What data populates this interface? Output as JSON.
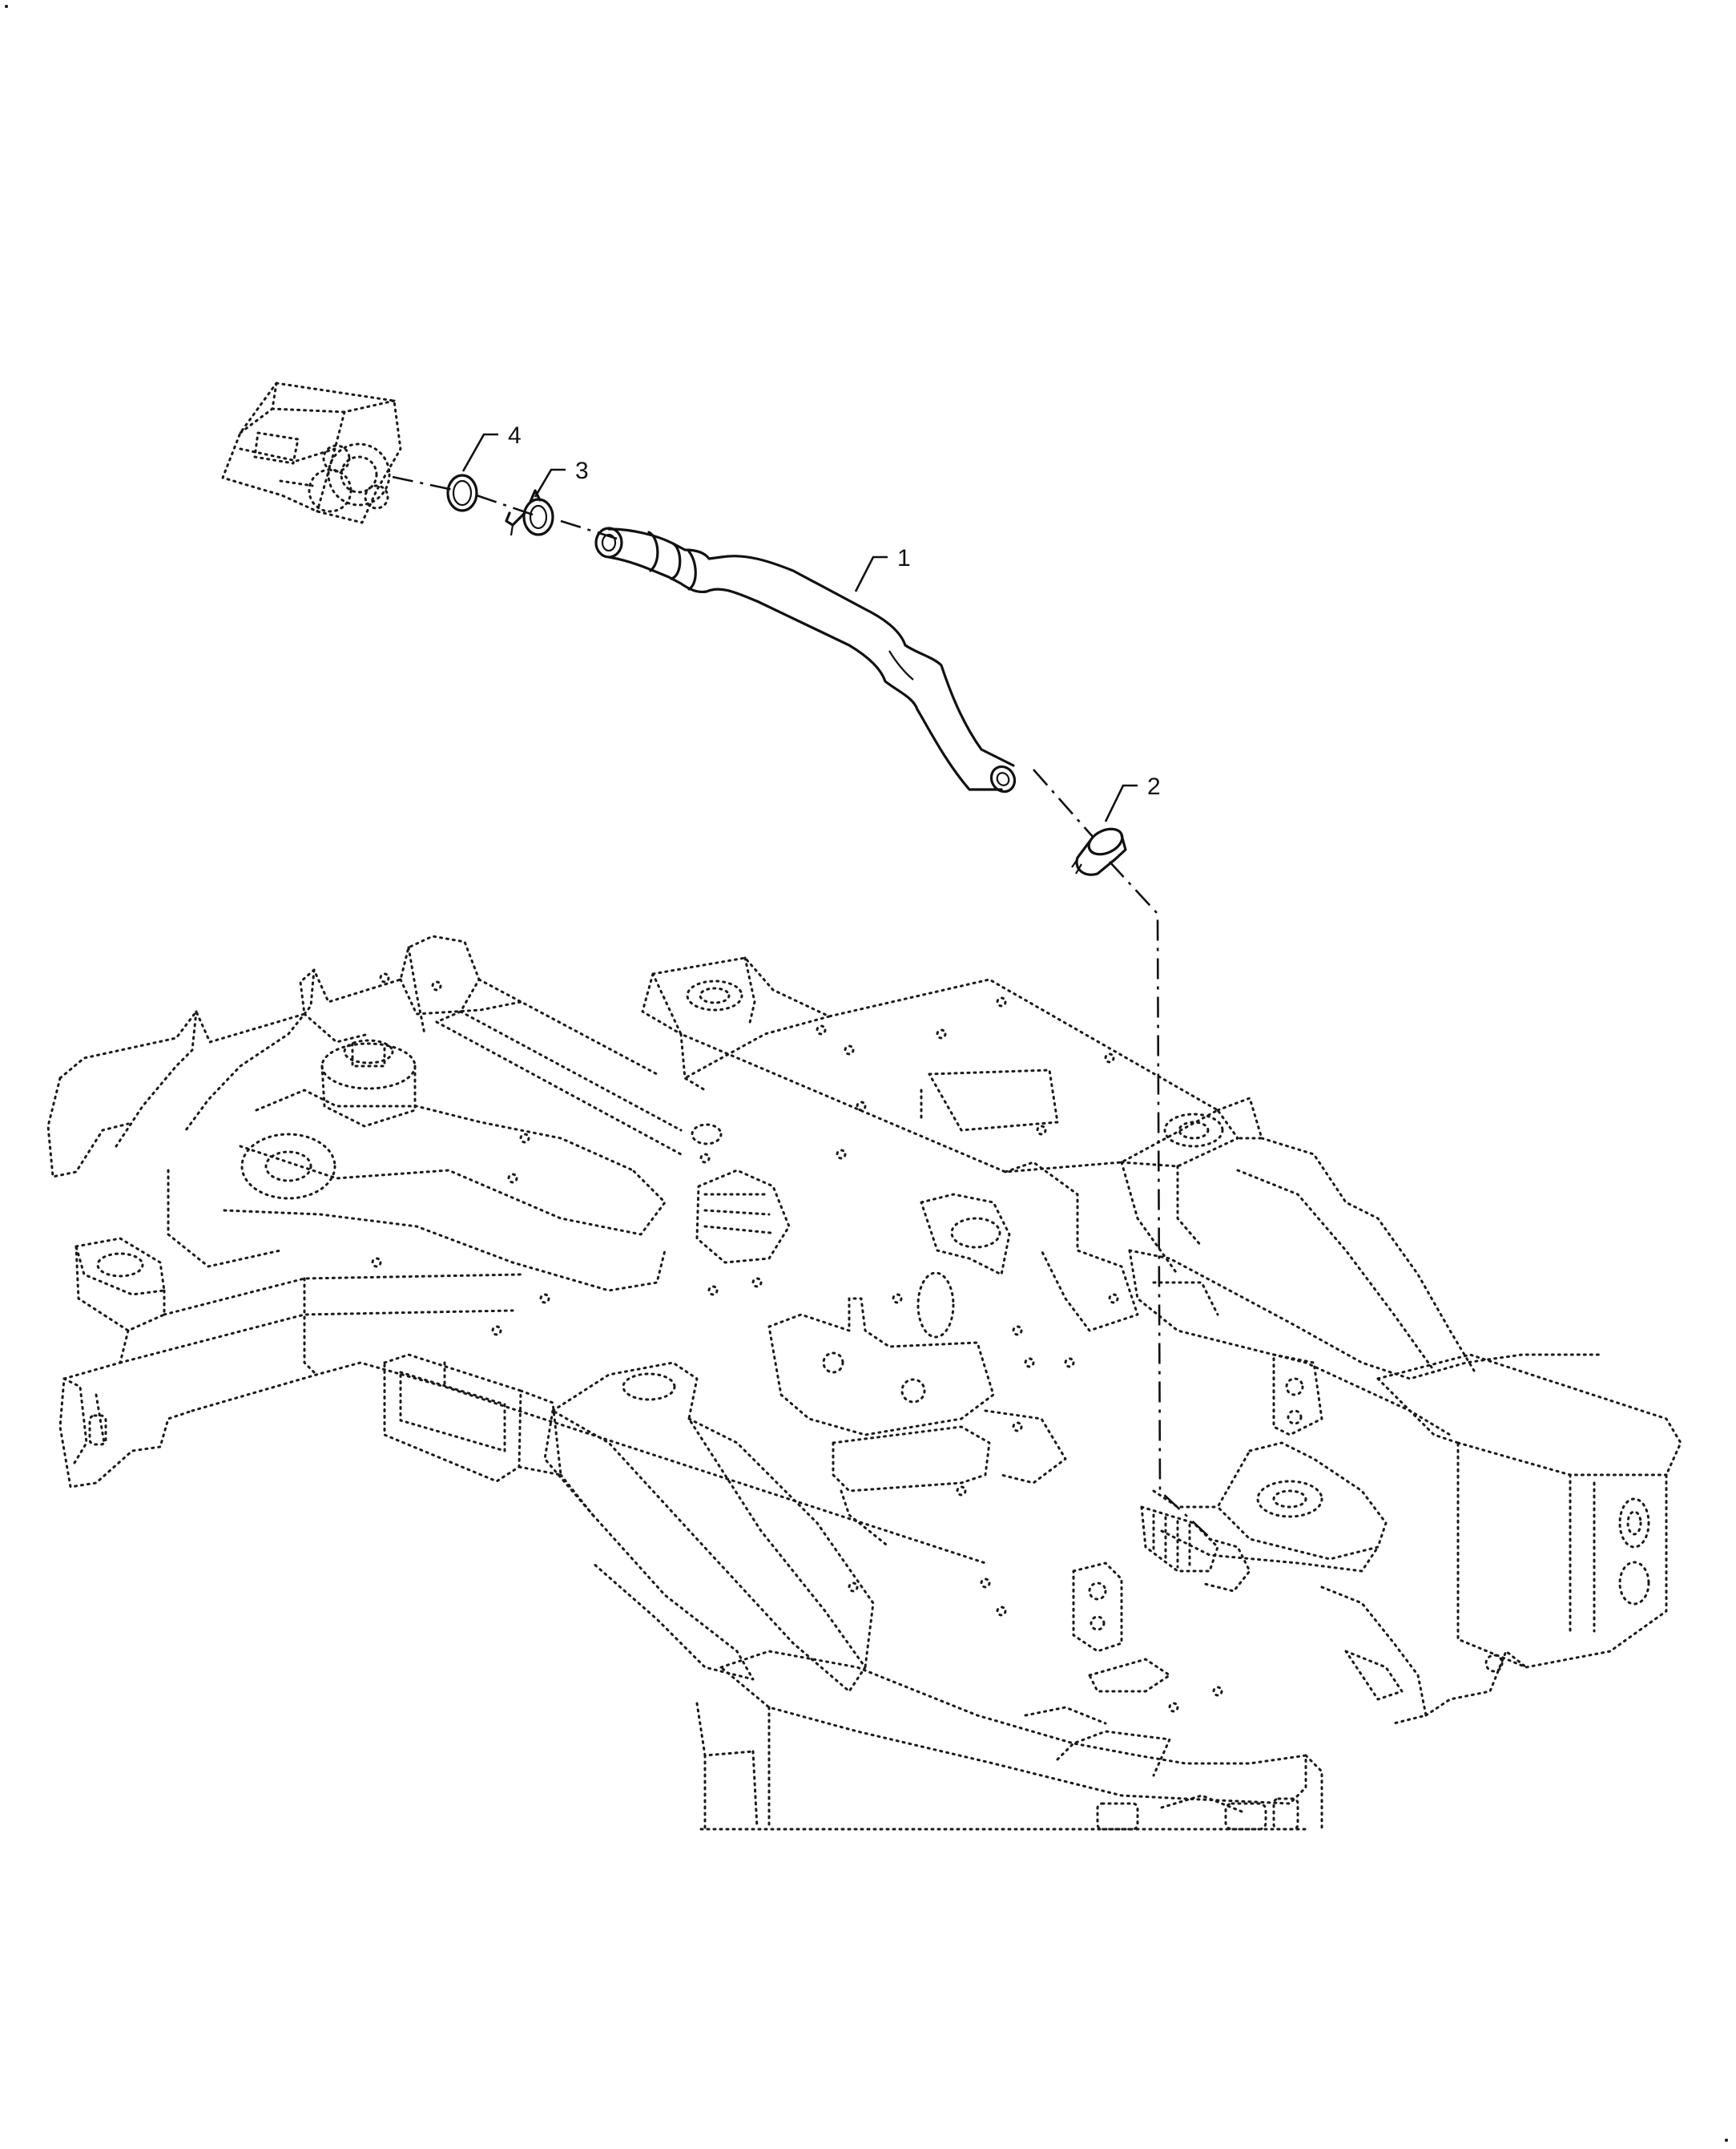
{
  "callouts": [
    {
      "label": "1",
      "part": "hose"
    },
    {
      "label": "2",
      "part": "hose-clamp-lower"
    },
    {
      "label": "3",
      "part": "hose-clamp-upper"
    },
    {
      "label": "4",
      "part": "seal-ring"
    }
  ],
  "colors": {
    "line": "#111111",
    "background": "#ffffff"
  }
}
